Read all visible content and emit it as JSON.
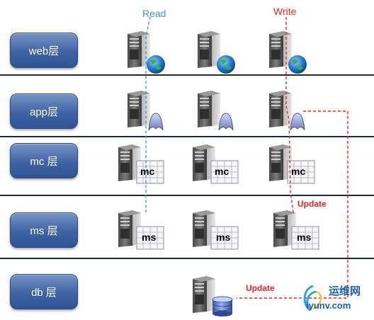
{
  "labels": {
    "read": "Read",
    "write": "Write",
    "update_upper": "Update",
    "update_lower": "Update"
  },
  "layers": [
    {
      "key": "web",
      "label": "web层"
    },
    {
      "key": "app",
      "label": "app层"
    },
    {
      "key": "mc",
      "label": "mc 层"
    },
    {
      "key": "ms",
      "label": "ms 层"
    },
    {
      "key": "db",
      "label": "db 层"
    }
  ],
  "badges": {
    "mc": "mc",
    "ms": "ms"
  },
  "watermark": {
    "cn": "运维网",
    "url": "iyunv.com"
  },
  "colors": {
    "read": "#4a8fd6",
    "write": "#e02727",
    "layer_button": "#3f63a6",
    "divider": "#1f2a38"
  },
  "icons": {
    "server": "server-icon",
    "globe": "globe-icon",
    "app": "app-icon",
    "cache": "cache-table-icon",
    "database": "database-icon"
  }
}
